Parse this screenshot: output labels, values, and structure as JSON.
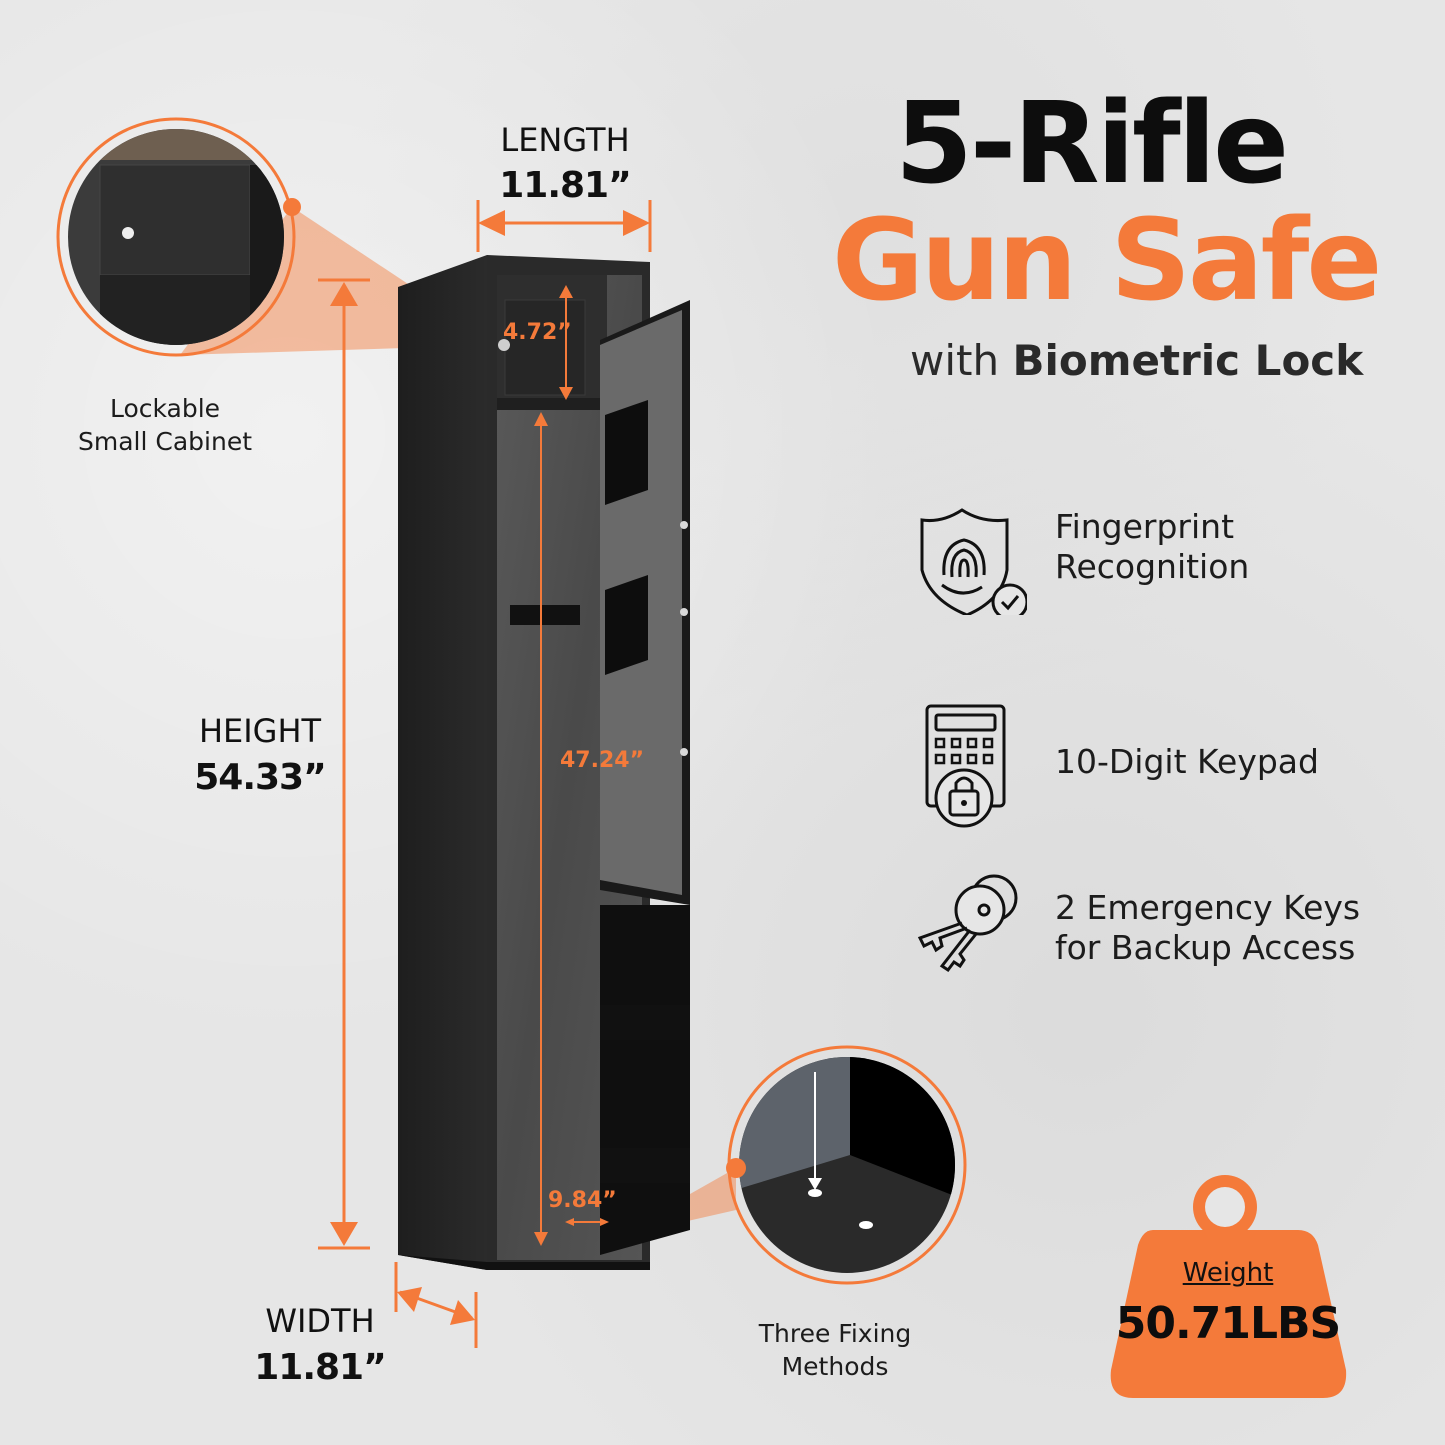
{
  "headline": {
    "line1": "5-Rifle",
    "line2": "Gun Safe",
    "subtitle_prefix": "with",
    "subtitle_bold": "Biometric Lock"
  },
  "colors": {
    "accent": "#f47a3a",
    "text": "#111111",
    "background": "#e6e6e6",
    "safe_body": "#1a1a1a"
  },
  "dimensions": {
    "length": {
      "label": "LENGTH",
      "value": "11.81”"
    },
    "height": {
      "label": "HEIGHT",
      "value": "54.33”"
    },
    "width": {
      "label": "WIDTH",
      "value": "11.81”"
    },
    "inner_cabinet_height": "4.72”",
    "inner_height": "47.24”",
    "inner_depth": "9.84”"
  },
  "callouts": {
    "cabinet": {
      "line1": "Lockable",
      "line2": "Small Cabinet"
    },
    "fixing": {
      "line1": "Three Fixing",
      "line2": "Methods"
    }
  },
  "features": [
    {
      "icon": "fingerprint-shield-icon",
      "line1": "Fingerprint",
      "line2": "Recognition"
    },
    {
      "icon": "keypad-lock-icon",
      "line1": "10-Digit Keypad",
      "line2": ""
    },
    {
      "icon": "keys-icon",
      "line1": "2 Emergency Keys",
      "line2": "for Backup Access"
    }
  ],
  "weight": {
    "label": "Weight",
    "value": "50.71LBS"
  }
}
